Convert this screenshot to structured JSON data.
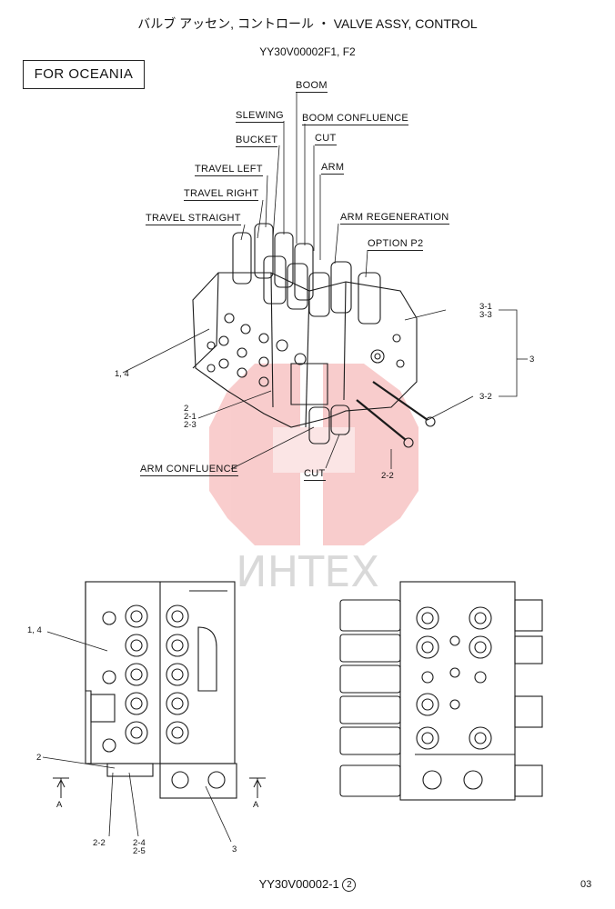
{
  "header": {
    "title": "バルブ アッセン, コントロール ・ VALVE ASSY, CONTROL",
    "model_codes": "YY30V00002F1, F2",
    "region": "FOR OCEANIA"
  },
  "callouts": {
    "boom": "BOOM",
    "slewing": "SLEWING",
    "boom_confluence": "BOOM CONFLUENCE",
    "bucket": "BUCKET",
    "cut_top": "CUT",
    "travel_left": "TRAVEL LEFT",
    "arm": "ARM",
    "travel_right": "TRAVEL RIGHT",
    "travel_straight": "TRAVEL STRAIGHT",
    "arm_regeneration": "ARM REGENERATION",
    "option_p2": "OPTION P2",
    "arm_confluence": "ARM CONFLUENCE",
    "cut_bottom": "CUT"
  },
  "part_numbers": {
    "ref_1_4_top": "1, 4",
    "ref_2": "2",
    "ref_2_1": "2-1",
    "ref_2_3": "2-3",
    "ref_3_1": "3-1",
    "ref_3_3": "3-3",
    "ref_3": "3",
    "ref_3_2": "3-2",
    "ref_2_2_top": "2-2",
    "ref_1_4_bottom": "1, 4",
    "ref_2_bottom": "2",
    "ref_2_2_bottom": "2-2",
    "ref_2_4": "2-4",
    "ref_2_5": "2-5",
    "ref_3_bottom": "3",
    "section_a_left": "A",
    "section_a_right": "A"
  },
  "watermark": {
    "text": "ИНТЕХ",
    "color": "#f08a8a"
  },
  "footer": {
    "drawing_number": "YY30V00002-1",
    "revision": "2",
    "page": "03"
  }
}
